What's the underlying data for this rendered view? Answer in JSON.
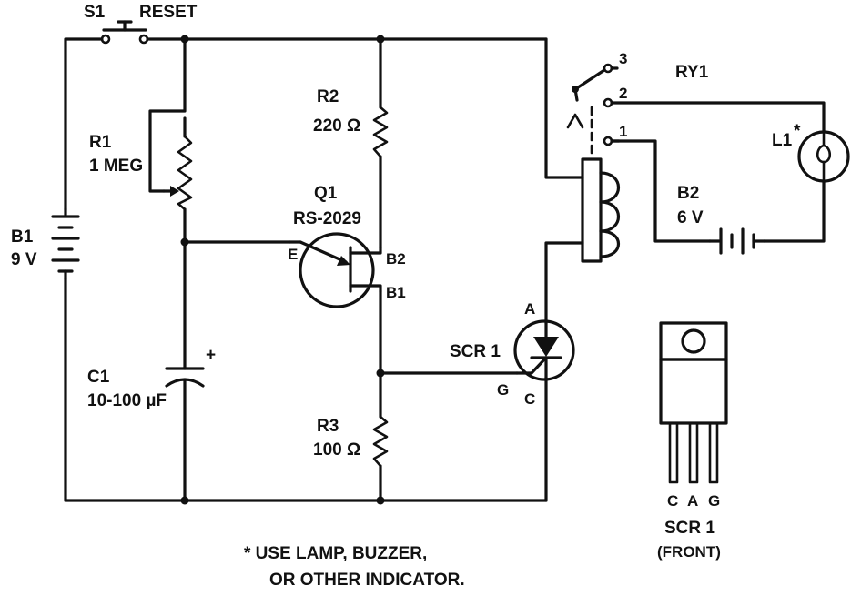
{
  "labels": {
    "s1": "S1",
    "reset": "RESET",
    "r1_name": "R1",
    "r1_value": "1 MEG",
    "r2_name": "R2",
    "r2_value": "220 Ω",
    "q1_name": "Q1",
    "q1_part": "RS-2029",
    "q1_e": "E",
    "q1_b2": "B2",
    "q1_b1": "B1",
    "b1_name": "B1",
    "b1_value": "9 V",
    "c1_name": "C1",
    "c1_value": "10-100 µF",
    "c1_plus": "+",
    "scr1_name": "SCR 1",
    "scr_a": "A",
    "scr_g": "G",
    "scr_c": "C",
    "r3_name": "R3",
    "r3_value": "100 Ω",
    "ry1": "RY1",
    "contact_3": "3",
    "contact_2": "2",
    "contact_1": "1",
    "l1": "L1",
    "l1_star": "*",
    "b2_name": "B2",
    "b2_value": "6 V",
    "pin_c": "C",
    "pin_a": "A",
    "pin_g": "G",
    "pkg_name": "SCR 1",
    "pkg_view": "(FRONT)"
  },
  "note": {
    "line1": "* USE LAMP, BUZZER,",
    "line2": "OR OTHER INDICATOR."
  }
}
